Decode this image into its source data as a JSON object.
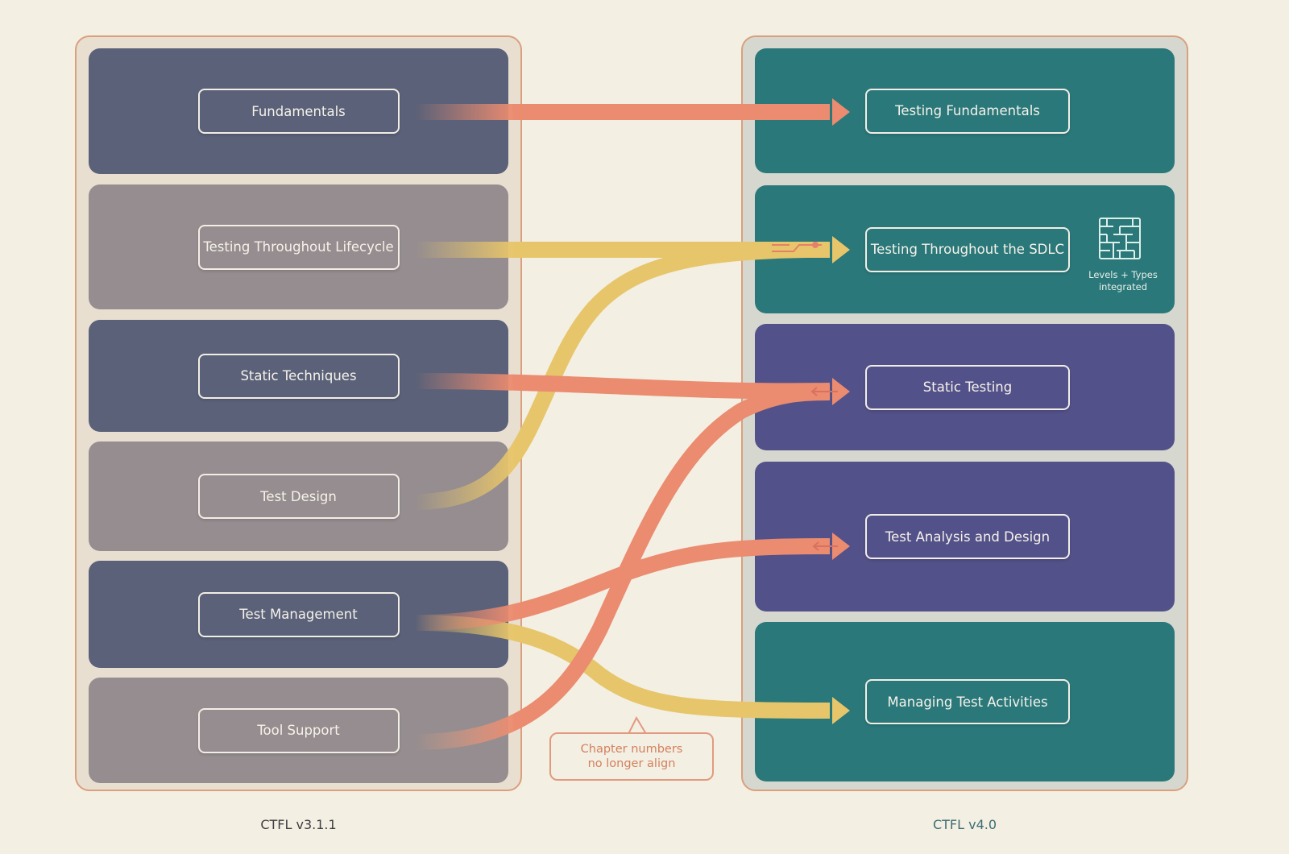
{
  "left_column": {
    "label": "CTFL v3.1.1",
    "chapters": [
      {
        "id": "fundamentals",
        "label": "Fundamentals",
        "band_color": "#5a6178"
      },
      {
        "id": "lifecycle",
        "label": "Testing Throughout Lifecycle",
        "band_color": "#958d8f"
      },
      {
        "id": "static",
        "label": "Static Techniques",
        "band_color": "#5a6178"
      },
      {
        "id": "design",
        "label": "Test Design",
        "band_color": "#958d8f"
      },
      {
        "id": "management",
        "label": "Test Management",
        "band_color": "#5a6178"
      },
      {
        "id": "tools",
        "label": "Tool Support",
        "band_color": "#958d8f"
      }
    ]
  },
  "right_column": {
    "label": "CTFL v4.0",
    "chapters": [
      {
        "id": "fundamentals",
        "label": "Testing Fundamentals",
        "band_color": "#2a787a"
      },
      {
        "id": "sdlc",
        "label": "Testing Throughout the SDLC",
        "band_color": "#2a787a"
      },
      {
        "id": "static",
        "label": "Static Testing",
        "band_color": "#535189"
      },
      {
        "id": "analysis",
        "label": "Test Analysis and Design",
        "band_color": "#535189"
      },
      {
        "id": "managing",
        "label": "Managing Test Activities",
        "band_color": "#2a787a"
      }
    ]
  },
  "mappings": [
    {
      "from": "fundamentals",
      "to": "fundamentals",
      "color": "#eb8b6f"
    },
    {
      "from": "lifecycle",
      "to": "sdlc",
      "color": "#e7c56a"
    },
    {
      "from": "static",
      "to": "static",
      "color": "#eb8b6f"
    },
    {
      "from": "design",
      "to": "sdlc",
      "color": "#e7c56a"
    },
    {
      "from": "management",
      "to": "analysis",
      "color": "#eb8b6f"
    },
    {
      "from": "management",
      "to": "managing",
      "color": "#e7c56a"
    },
    {
      "from": "tools",
      "to": "static",
      "color": "#eb8b6f"
    }
  ],
  "callout": {
    "line1": "Chapter numbers",
    "line2": "no longer align"
  },
  "integration_note": {
    "icon": "maze-grid-icon",
    "line1": "Levels + Types",
    "line2": "integrated"
  }
}
